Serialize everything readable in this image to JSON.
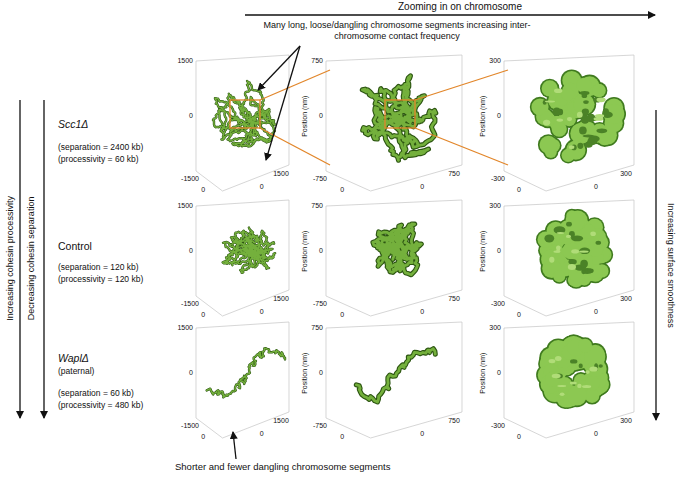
{
  "diagram": {
    "labels": [
      "Zooming in on chromosome",
      "Many long, loose/dangling chromosome segments increasing inter-chromosome contact frequency",
      "Increasing cohesin processivity",
      "Decreasing cohesin separation",
      "Increasing surface smoothness",
      "Scc1Δ",
      "(separation = 2400 kb)",
      "(processivity = 60 kb)",
      "Control",
      "(separation = 120 kb)",
      "(processivity = 120 kb)",
      "WaplΔ",
      "(paternal)",
      "(separation = 60 kb)",
      "(processivity = 480 kb)",
      "Shorter and fewer dangling chromosome segments",
      "1500",
      "0",
      "-1500",
      "0",
      "0",
      "1500",
      "Position (nm)",
      "750",
      "0",
      "-750",
      "0",
      "0",
      "750",
      "Position (nm)",
      "300",
      "0",
      "-300",
      "0",
      "0",
      "300",
      "1500",
      "0",
      "-1500",
      "0",
      "0",
      "1500",
      "Position (nm)",
      "750",
      "0",
      "-750",
      "0",
      "0",
      "750",
      "Position (nm)",
      "300",
      "0",
      "-300",
      "0",
      "0",
      "300",
      "1500",
      "0",
      "-1500",
      "0",
      "0",
      "1500",
      "Position (nm)",
      "750",
      "0",
      "-750",
      "0",
      "0",
      "750",
      "Position (nm)",
      "300",
      "0",
      "-300",
      "0",
      "0",
      "300"
    ]
  }
}
